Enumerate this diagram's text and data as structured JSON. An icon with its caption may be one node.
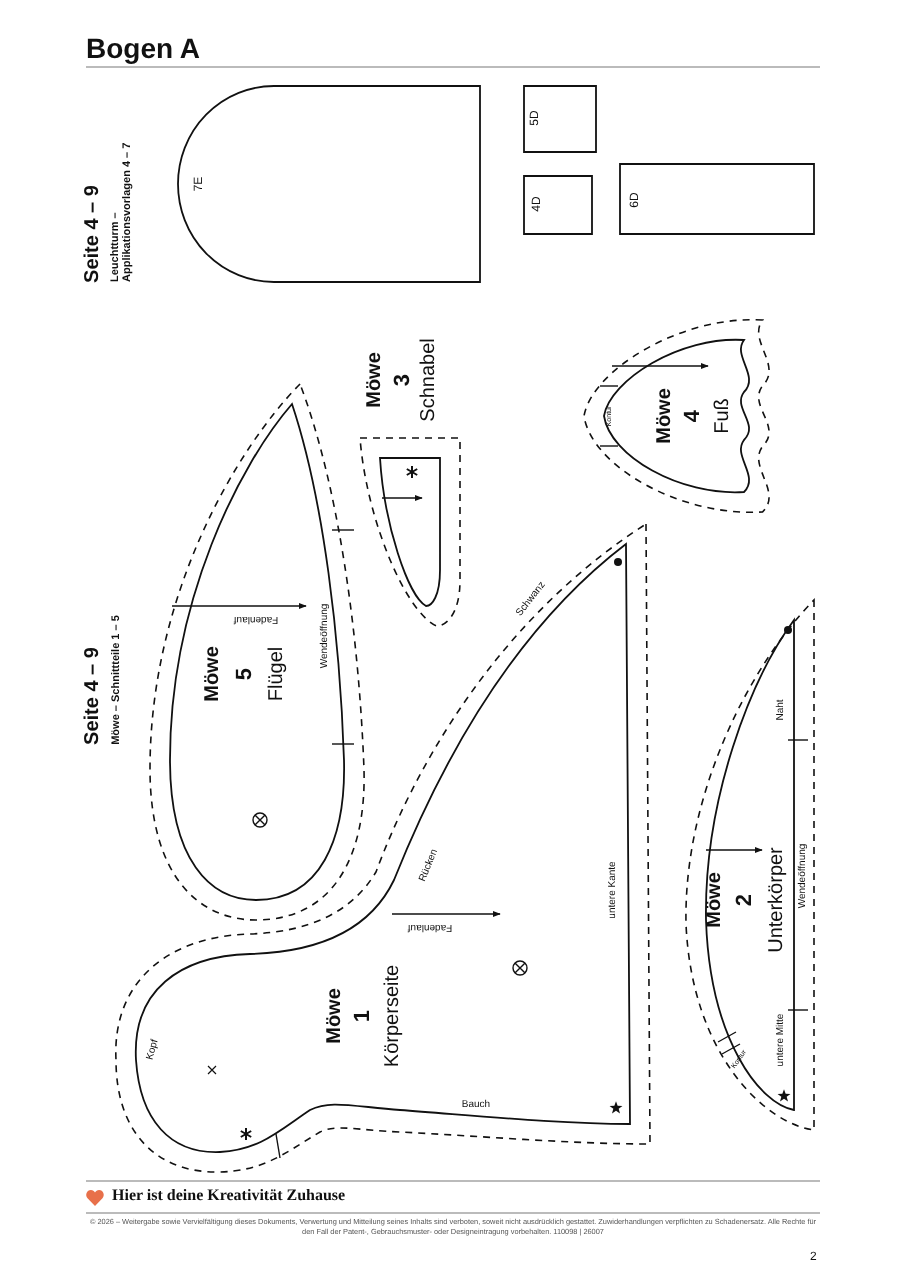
{
  "diagram": {
    "title": "Bogen A",
    "nodes": [
      {
        "text": [
          "7E"
        ]
      },
      {
        "text": [
          "5D"
        ]
      },
      {
        "text": [
          "4D"
        ]
      },
      {
        "text": [
          "6D"
        ]
      },
      {
        "text": [
          "Möwe",
          "5",
          "Flügel",
          "Fadenlauf",
          "Wendeöffnung"
        ]
      },
      {
        "text": [
          "Möwe",
          "3",
          "Schnabel"
        ]
      },
      {
        "text": [
          "Kontur",
          "Möwe",
          "4",
          "Fuß"
        ]
      },
      {
        "text": [
          "Schwanz",
          "Rücken",
          "Fadenlauf",
          "Möwe",
          "1",
          "Körperseite",
          "untere Kante",
          "Kopf",
          "Bauch"
        ]
      },
      {
        "text": [
          "Naht",
          "Möwe",
          "2",
          "Unterkörper",
          "Wendeöffnung",
          "untere Mitte",
          "Kontur"
        ]
      }
    ],
    "labels": [
      "Seite 4 – 9",
      "Leuchtturm – Applikationsvorlagen 4 – 7",
      "Seite 4 – 9",
      "Möwe – Schnittteile 1 – 5",
      "Hier ist deine Kreativität Zuhause",
      "© 2026 – Weitergabe sowie Vervielfältigung dieses Dokuments, Verwertung und Mitteilung seines Inhalts sind verboten, soweit nicht ausdrücklich gestattet. Zuwiderhandlungen verpflichten zu Schadenersatz. Alle Rechte für den Fall der Patent-, Gebrauchsmuster- oder Designeintragung vorbehalten. 110098 | 26007",
      "2"
    ]
  }
}
